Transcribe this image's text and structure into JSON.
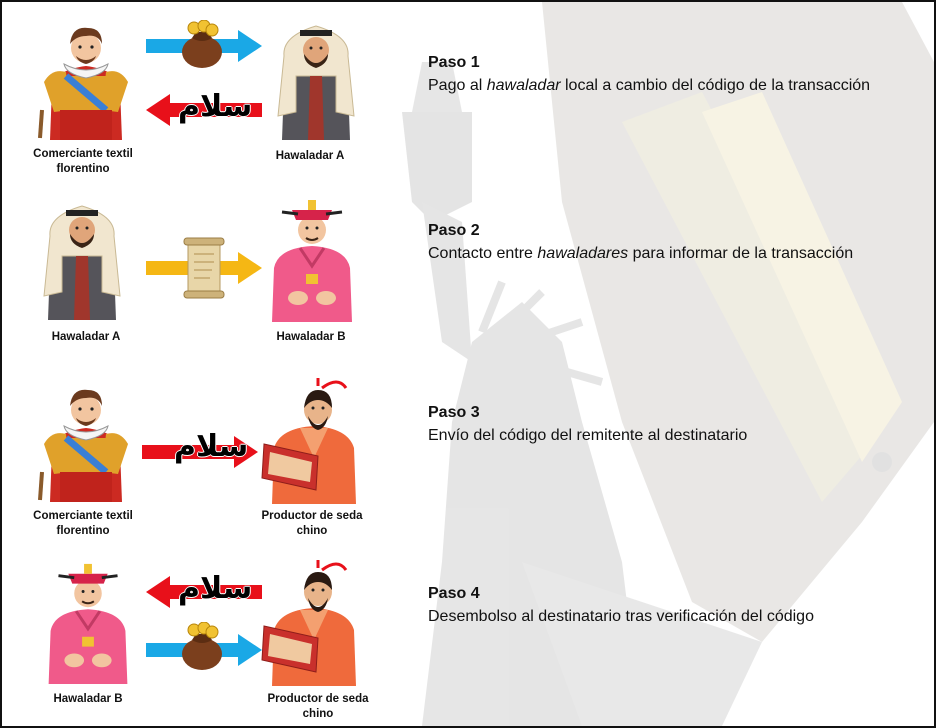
{
  "steps": [
    {
      "title": "Paso 1",
      "desc_a": "Pago al ",
      "desc_em": "hawaladar",
      "desc_b": " local a cambio del código de la transacción",
      "left_label_1": "Comerciante textil",
      "left_label_2": "florentino",
      "right_label_1": "Hawaladar A",
      "right_label_2": ""
    },
    {
      "title": "Paso 2",
      "desc_a": "Contacto entre ",
      "desc_em": "hawaladares",
      "desc_b": " para informar de la transacción",
      "left_label_1": "Hawaladar A",
      "left_label_2": "",
      "right_label_1": "Hawaladar B",
      "right_label_2": ""
    },
    {
      "title": "Paso 3",
      "desc_a": "Envío del código del remitente al destinatario",
      "desc_em": "",
      "desc_b": "",
      "left_label_1": "Comerciante textil",
      "left_label_2": "florentino",
      "right_label_1": "Productor de seda",
      "right_label_2": "chino"
    },
    {
      "title": "Paso 4",
      "desc_a": "Desembolso al destinatario tras verificación del código",
      "desc_em": "",
      "desc_b": "",
      "left_label_1": "Hawaladar B",
      "left_label_2": "",
      "right_label_1": "Productor de seda",
      "right_label_2": "chino"
    }
  ],
  "code_word": "سلام",
  "colors": {
    "blue_arrow": "#1aa8e6",
    "red_arrow": "#e8101a",
    "yellow_arrow": "#f5b714",
    "merchant_red": "#cc2a22",
    "merchant_gold": "#e0a12a",
    "hawaladar_a_cloth": "#f1e6cf",
    "hawaladar_a_robe": "#55545a",
    "hawaladar_b_pink": "#f05a8a",
    "silk_orange": "#ef6a3c"
  },
  "icons": [
    "money-bag-icon",
    "scroll-icon",
    "arrow-right-icon",
    "arrow-left-icon"
  ]
}
